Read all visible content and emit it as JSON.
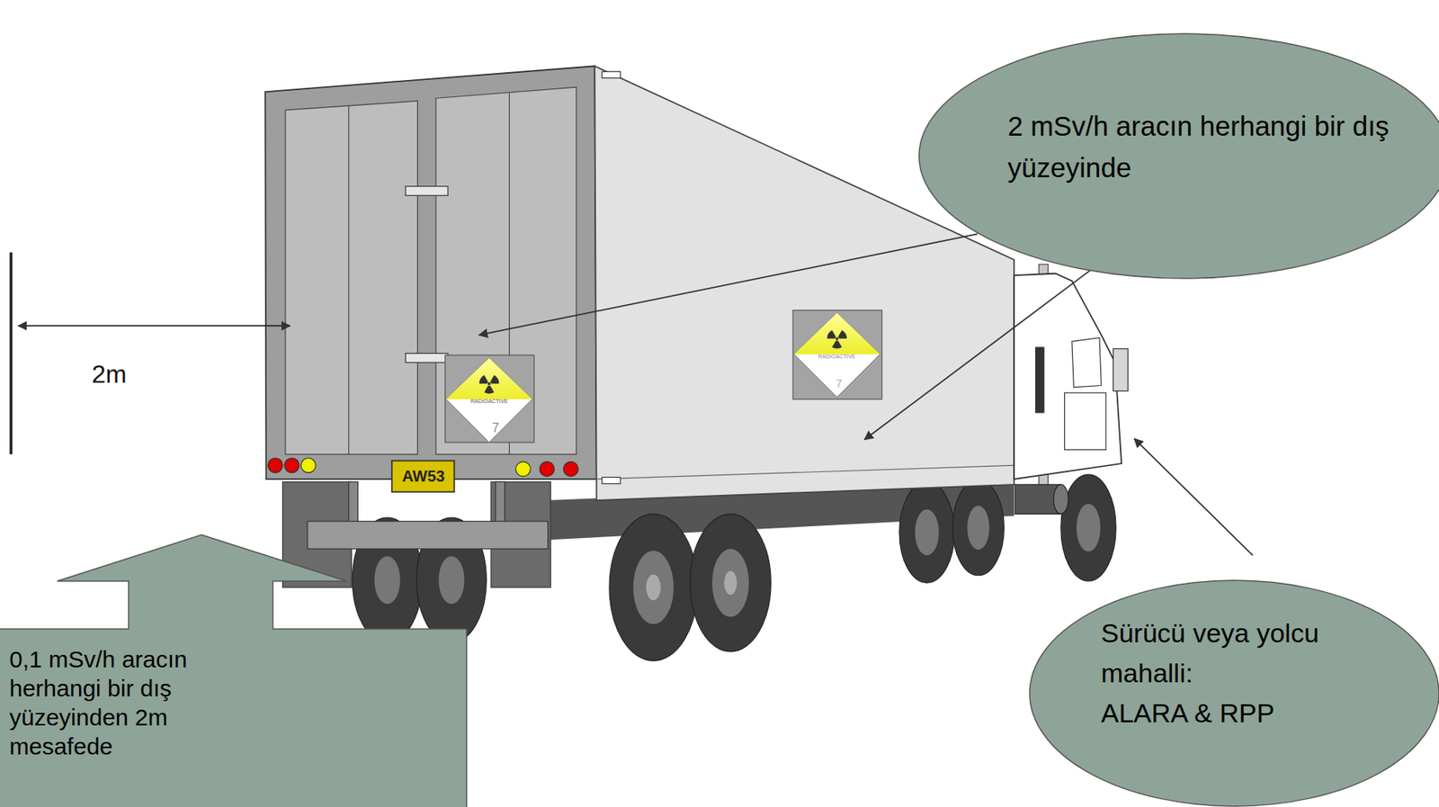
{
  "diagram": {
    "nodes": [
      {
        "text": [
          "2 mSv/h aracın herhangi bir dış yüzeyinde"
        ]
      },
      {
        "text": [
          "0,1 mSv/h aracın herhangi bir dış yüzeyinden 2m mesafede"
        ]
      },
      {
        "text": [
          "Sürücü veya yolcu mahalli:",
          "ALARA & RPP"
        ]
      }
    ],
    "labels": [
      "2m",
      "RADIOACTIVE",
      "7",
      "AW53",
      "RADIOACTIVE",
      "7"
    ]
  }
}
